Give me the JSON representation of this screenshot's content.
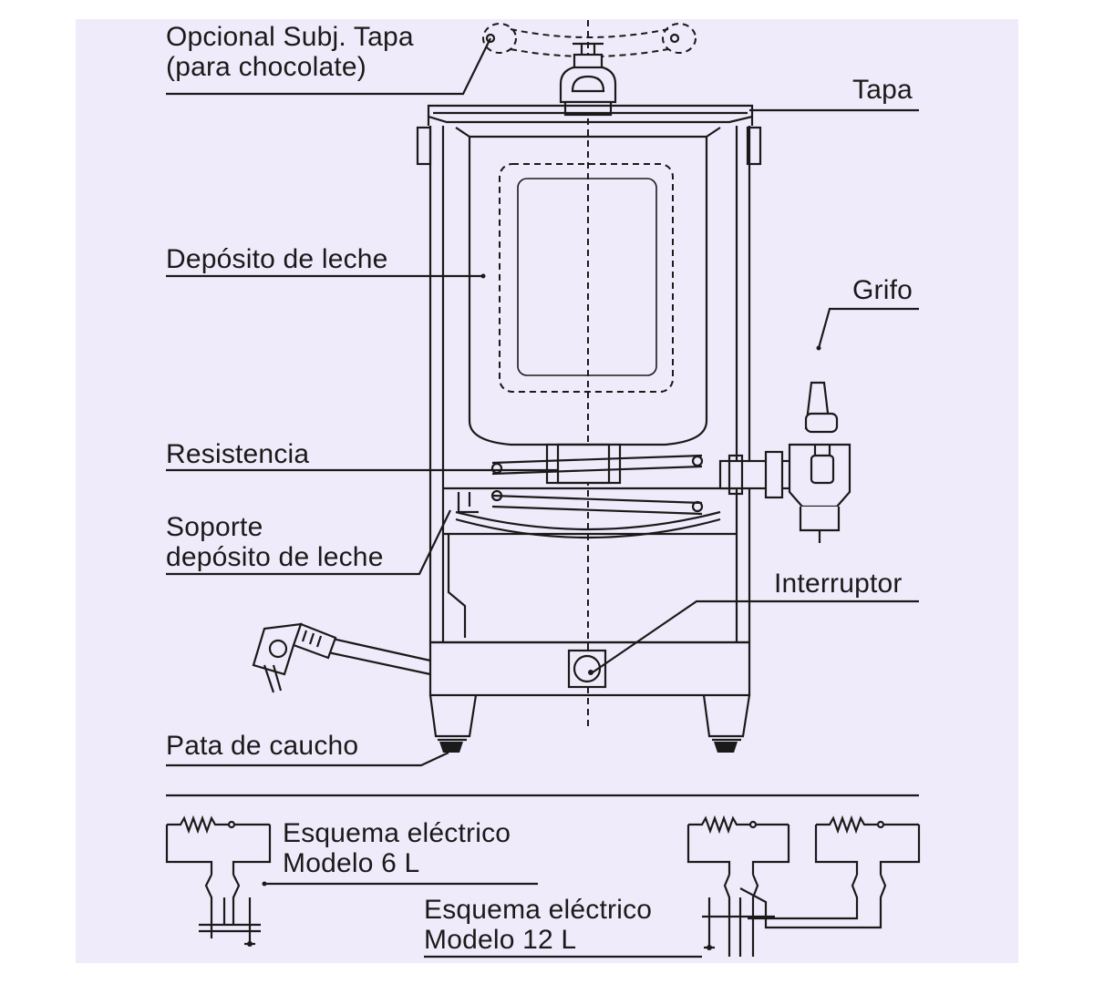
{
  "labels": {
    "tapa_opcional_l1": "Opcional Subj. Tapa",
    "tapa_opcional_l2": "(para chocolate)",
    "tapa": "Tapa",
    "deposito": "Depósito de leche",
    "grifo": "Grifo",
    "resistencia": "Resistencia",
    "soporte_l1": "Soporte",
    "soporte_l2": "depósito de leche",
    "interruptor": "Interruptor",
    "pata": "Pata de caucho",
    "esquema6_l1": "Esquema eléctrico",
    "esquema6_l2": "Modelo 6 L",
    "esquema12_l1": "Esquema eléctrico",
    "esquema12_l2": "Modelo 12 L"
  },
  "icons": {
    "machine": "milk-dispenser-icon",
    "plug": "plug-icon",
    "switch": "power-switch-icon",
    "faucet": "faucet-icon",
    "schematic": "circuit-schematic-icon"
  }
}
